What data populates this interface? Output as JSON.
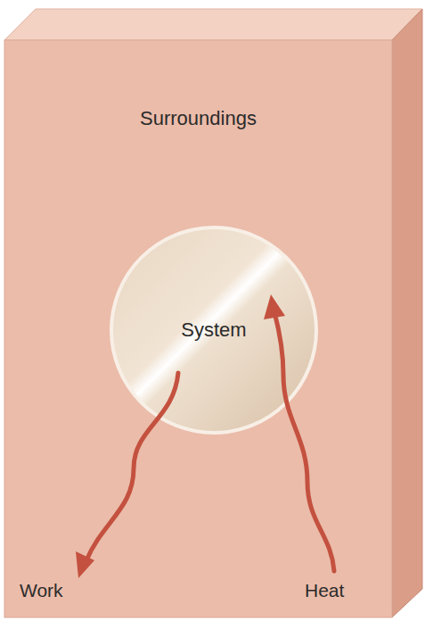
{
  "diagram": {
    "nodes": [
      {
        "text": [
          "Surroundings"
        ]
      },
      {
        "text": [
          "System"
        ],
        "in": 0
      }
    ],
    "edges": [],
    "labels": [
      "Work",
      "Heat"
    ]
  }
}
